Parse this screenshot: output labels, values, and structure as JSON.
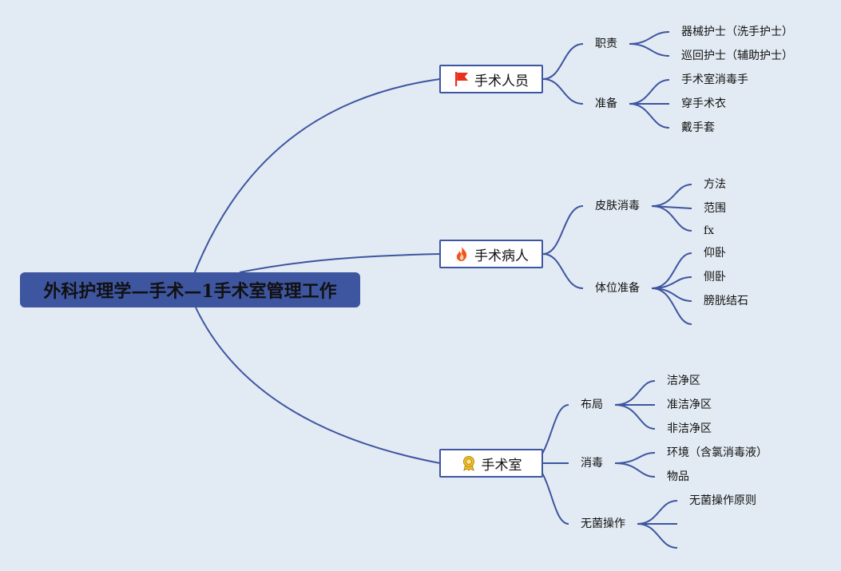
{
  "root": {
    "title": "外科护理学—手术—1手术室管理工作"
  },
  "branches": [
    {
      "label": "手术人员",
      "icon": "red-flag-icon",
      "children": [
        {
          "label": "职责",
          "leaves": [
            "器械护士（洗手护士）",
            "巡回护士（辅助护士）"
          ]
        },
        {
          "label": "准备",
          "leaves": [
            "手术室消毒手",
            "穿手术衣",
            "戴手套"
          ]
        }
      ]
    },
    {
      "label": "手术病人",
      "icon": "fire-icon",
      "children": [
        {
          "label": "皮肤消毒",
          "leaves": [
            "方法",
            "范围",
            "fx"
          ]
        },
        {
          "label": "体位准备",
          "leaves": [
            "仰卧",
            "侧卧",
            "膀胱结石",
            ""
          ]
        }
      ]
    },
    {
      "label": "手术室",
      "icon": "award-ribbon-icon",
      "children": [
        {
          "label": "布局",
          "leaves": [
            "洁净区",
            "准洁净区",
            "非洁净区"
          ]
        },
        {
          "label": "消毒",
          "leaves": [
            "环境（含氯消毒液）",
            "物品"
          ]
        },
        {
          "label": "无菌操作",
          "leaves": [
            "无菌操作原则",
            "",
            ""
          ]
        }
      ]
    }
  ],
  "colors": {
    "background": "#e2ebf3",
    "accent": "#3e55a0",
    "flag": "#e8321e",
    "fire": "#f0551e",
    "award": "#f2c230"
  }
}
